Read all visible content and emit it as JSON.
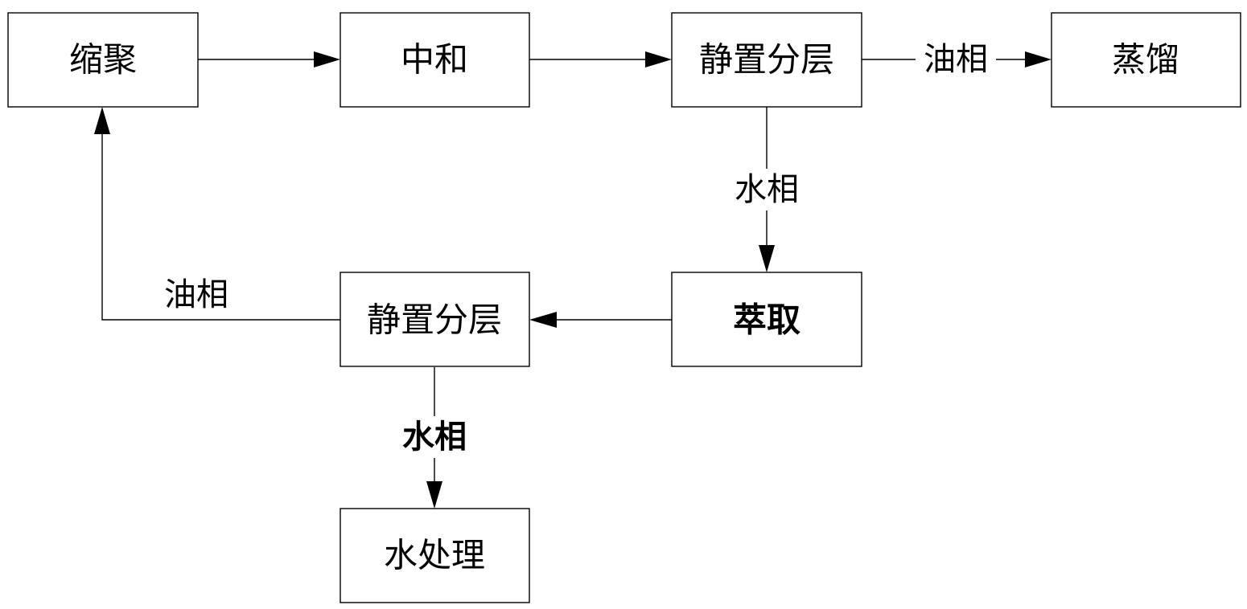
{
  "nodes": {
    "condensation": "缩聚",
    "neutralization": "中和",
    "settling_1": "静置分层",
    "distillation": "蒸馏",
    "extraction": "萃取",
    "settling_2": "静置分层",
    "water_treatment": "水处理"
  },
  "edges": {
    "condensation_to_neutralization": "",
    "neutralization_to_settling_1": "",
    "settling_1_to_distillation": "油相",
    "settling_1_to_extraction": "水相",
    "extraction_to_settling_2": "",
    "settling_2_to_condensation": "油相",
    "settling_2_to_water_treatment": "水相"
  }
}
